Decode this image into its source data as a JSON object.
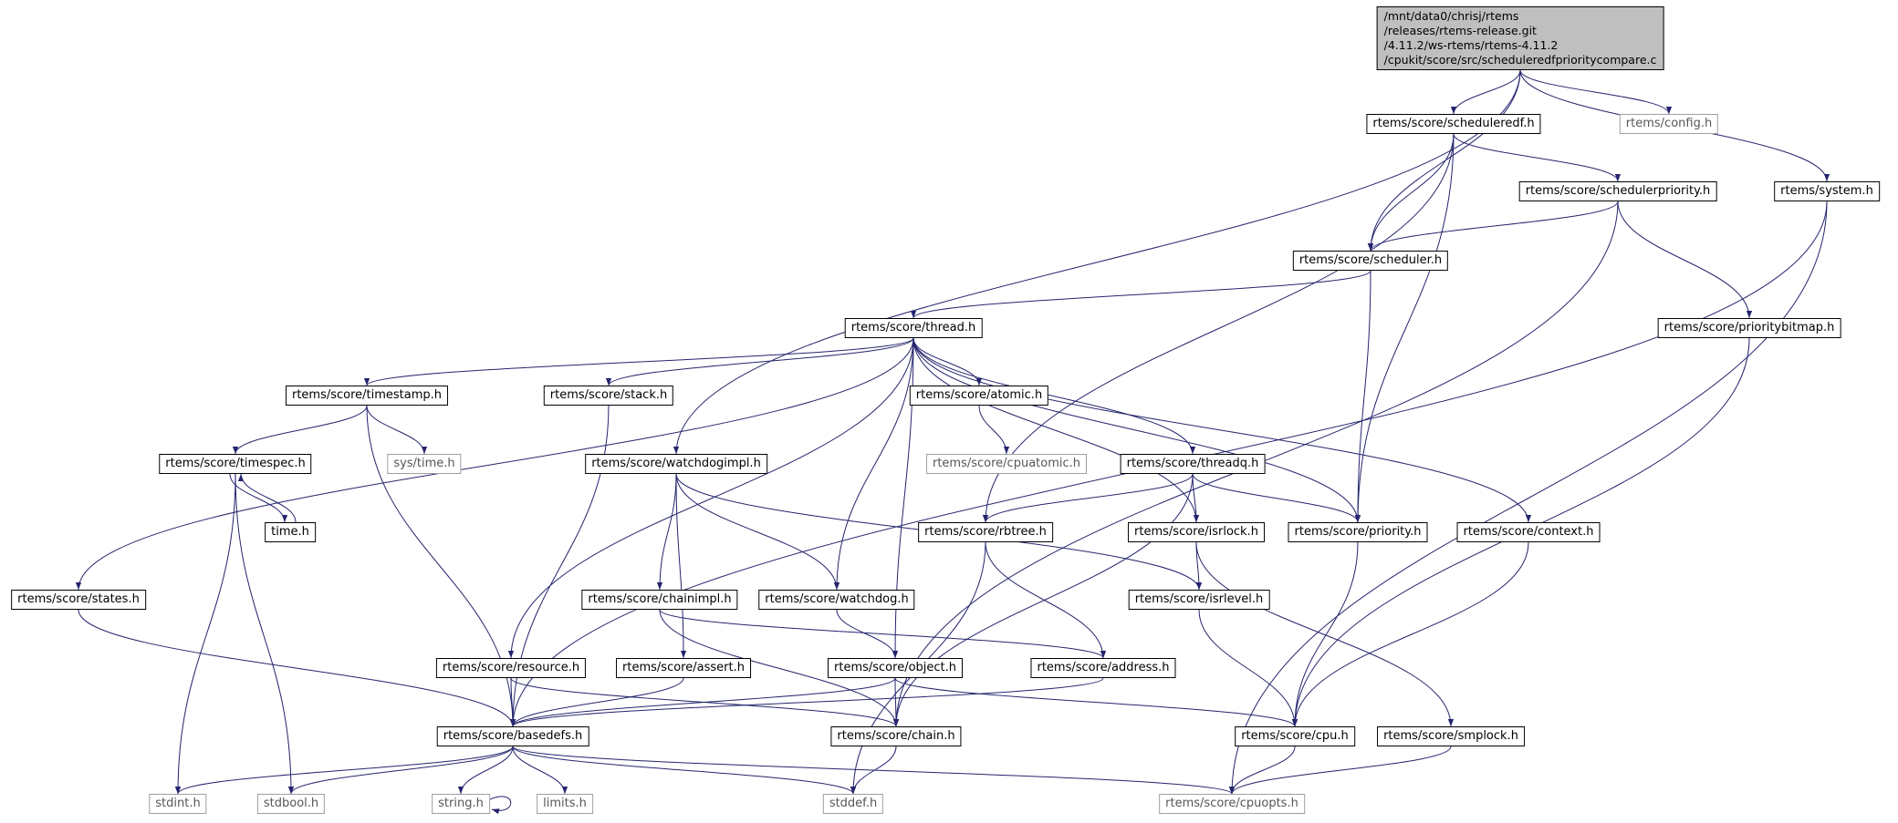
{
  "graph": {
    "kind": "include-dependency-graph",
    "colors": {
      "edge": "#24246e",
      "root_fill": "#bfbfbf",
      "node_border": "#000000",
      "muted_border": "#9f9f9f",
      "muted_text": "#565656"
    },
    "nodes": {
      "root": {
        "label": "/mnt/data0/chrisj/rtems\n/releases/rtems-release.git\n/4.11.2/ws-rtems/rtems-4.11.2\n/cpukit/score/src/scheduleredfprioritycompare.c",
        "type": "source-file"
      },
      "scheduleredf": {
        "label": "rtems/score/scheduleredf.h",
        "type": "header"
      },
      "config": {
        "label": "rtems/config.h",
        "type": "header",
        "muted": true
      },
      "schedulerpriority": {
        "label": "rtems/score/schedulerpriority.h",
        "type": "header"
      },
      "system": {
        "label": "rtems/system.h",
        "type": "header"
      },
      "scheduler": {
        "label": "rtems/score/scheduler.h",
        "type": "header"
      },
      "prioritybitmap": {
        "label": "rtems/score/prioritybitmap.h",
        "type": "header"
      },
      "thread": {
        "label": "rtems/score/thread.h",
        "type": "header"
      },
      "timestamp": {
        "label": "rtems/score/timestamp.h",
        "type": "header"
      },
      "stack": {
        "label": "rtems/score/stack.h",
        "type": "header"
      },
      "atomic": {
        "label": "rtems/score/atomic.h",
        "type": "header"
      },
      "timespec": {
        "label": "rtems/score/timespec.h",
        "type": "header"
      },
      "systime": {
        "label": "sys/time.h",
        "type": "header",
        "muted": true
      },
      "watchdogimpl": {
        "label": "rtems/score/watchdogimpl.h",
        "type": "header"
      },
      "cpuatomic": {
        "label": "rtems/score/cpuatomic.h",
        "type": "header",
        "muted": true
      },
      "threadq": {
        "label": "rtems/score/threadq.h",
        "type": "header"
      },
      "time": {
        "label": "time.h",
        "type": "header"
      },
      "rbtree": {
        "label": "rtems/score/rbtree.h",
        "type": "header"
      },
      "isrlock": {
        "label": "rtems/score/isrlock.h",
        "type": "header"
      },
      "priority": {
        "label": "rtems/score/priority.h",
        "type": "header"
      },
      "context": {
        "label": "rtems/score/context.h",
        "type": "header"
      },
      "states": {
        "label": "rtems/score/states.h",
        "type": "header"
      },
      "chainimpl": {
        "label": "rtems/score/chainimpl.h",
        "type": "header"
      },
      "watchdog": {
        "label": "rtems/score/watchdog.h",
        "type": "header"
      },
      "isrlevel": {
        "label": "rtems/score/isrlevel.h",
        "type": "header"
      },
      "resource": {
        "label": "rtems/score/resource.h",
        "type": "header"
      },
      "assert": {
        "label": "rtems/score/assert.h",
        "type": "header"
      },
      "object": {
        "label": "rtems/score/object.h",
        "type": "header"
      },
      "address": {
        "label": "rtems/score/address.h",
        "type": "header"
      },
      "basedefs": {
        "label": "rtems/score/basedefs.h",
        "type": "header"
      },
      "chain": {
        "label": "rtems/score/chain.h",
        "type": "header"
      },
      "cpu": {
        "label": "rtems/score/cpu.h",
        "type": "header"
      },
      "smplock": {
        "label": "rtems/score/smplock.h",
        "type": "header"
      },
      "stdint": {
        "label": "stdint.h",
        "type": "header",
        "muted": true
      },
      "stdbool": {
        "label": "stdbool.h",
        "type": "header",
        "muted": true
      },
      "string": {
        "label": "string.h",
        "type": "header",
        "muted": true
      },
      "limits": {
        "label": "limits.h",
        "type": "header",
        "muted": true
      },
      "stddef": {
        "label": "stddef.h",
        "type": "header",
        "muted": true
      },
      "cpuopts": {
        "label": "rtems/score/cpuopts.h",
        "type": "header",
        "muted": true
      }
    },
    "edges": [
      [
        "root",
        "scheduleredf"
      ],
      [
        "root",
        "config"
      ],
      [
        "root",
        "system"
      ],
      [
        "root",
        "scheduler"
      ],
      [
        "root",
        "watchdogimpl"
      ],
      [
        "scheduleredf",
        "schedulerpriority"
      ],
      [
        "scheduleredf",
        "scheduler"
      ],
      [
        "scheduleredf",
        "priority"
      ],
      [
        "scheduleredf",
        "rbtree"
      ],
      [
        "schedulerpriority",
        "scheduler"
      ],
      [
        "schedulerpriority",
        "prioritybitmap"
      ],
      [
        "schedulerpriority",
        "chain"
      ],
      [
        "scheduler",
        "thread"
      ],
      [
        "scheduler",
        "priority"
      ],
      [
        "prioritybitmap",
        "cpu"
      ],
      [
        "system",
        "cpuopts"
      ],
      [
        "system",
        "basedefs"
      ],
      [
        "thread",
        "timestamp"
      ],
      [
        "thread",
        "stack"
      ],
      [
        "thread",
        "atomic"
      ],
      [
        "thread",
        "threadq"
      ],
      [
        "thread",
        "states"
      ],
      [
        "thread",
        "resource"
      ],
      [
        "thread",
        "object"
      ],
      [
        "thread",
        "watchdog"
      ],
      [
        "thread",
        "isrlock"
      ],
      [
        "thread",
        "priority"
      ],
      [
        "thread",
        "context"
      ],
      [
        "timestamp",
        "timespec"
      ],
      [
        "timestamp",
        "systime"
      ],
      [
        "timestamp",
        "basedefs"
      ],
      [
        "stack",
        "basedefs"
      ],
      [
        "atomic",
        "cpuatomic"
      ],
      [
        "timespec",
        "time"
      ],
      [
        "timespec",
        "stdint"
      ],
      [
        "timespec",
        "stdbool"
      ],
      [
        "time",
        "timespec"
      ],
      [
        "watchdogimpl",
        "watchdog"
      ],
      [
        "watchdogimpl",
        "assert"
      ],
      [
        "watchdogimpl",
        "isrlevel"
      ],
      [
        "watchdogimpl",
        "chainimpl"
      ],
      [
        "threadq",
        "rbtree"
      ],
      [
        "threadq",
        "isrlock"
      ],
      [
        "threadq",
        "priority"
      ],
      [
        "threadq",
        "chain"
      ],
      [
        "rbtree",
        "address"
      ],
      [
        "rbtree",
        "stddef"
      ],
      [
        "isrlock",
        "isrlevel"
      ],
      [
        "isrlock",
        "smplock"
      ],
      [
        "isrlevel",
        "cpu"
      ],
      [
        "priority",
        "cpu"
      ],
      [
        "context",
        "cpu"
      ],
      [
        "states",
        "basedefs"
      ],
      [
        "chainimpl",
        "chain"
      ],
      [
        "chainimpl",
        "address"
      ],
      [
        "watchdog",
        "object"
      ],
      [
        "object",
        "chain"
      ],
      [
        "object",
        "basedefs"
      ],
      [
        "object",
        "cpu"
      ],
      [
        "resource",
        "basedefs"
      ],
      [
        "resource",
        "chain"
      ],
      [
        "assert",
        "basedefs"
      ],
      [
        "address",
        "basedefs"
      ],
      [
        "chain",
        "stddef"
      ],
      [
        "basedefs",
        "cpuopts"
      ],
      [
        "basedefs",
        "stddef"
      ],
      [
        "basedefs",
        "stdbool"
      ],
      [
        "basedefs",
        "stdint"
      ],
      [
        "basedefs",
        "string"
      ],
      [
        "basedefs",
        "limits"
      ],
      [
        "string",
        "string"
      ],
      [
        "cpu",
        "cpuopts"
      ],
      [
        "smplock",
        "cpuopts"
      ]
    ]
  }
}
